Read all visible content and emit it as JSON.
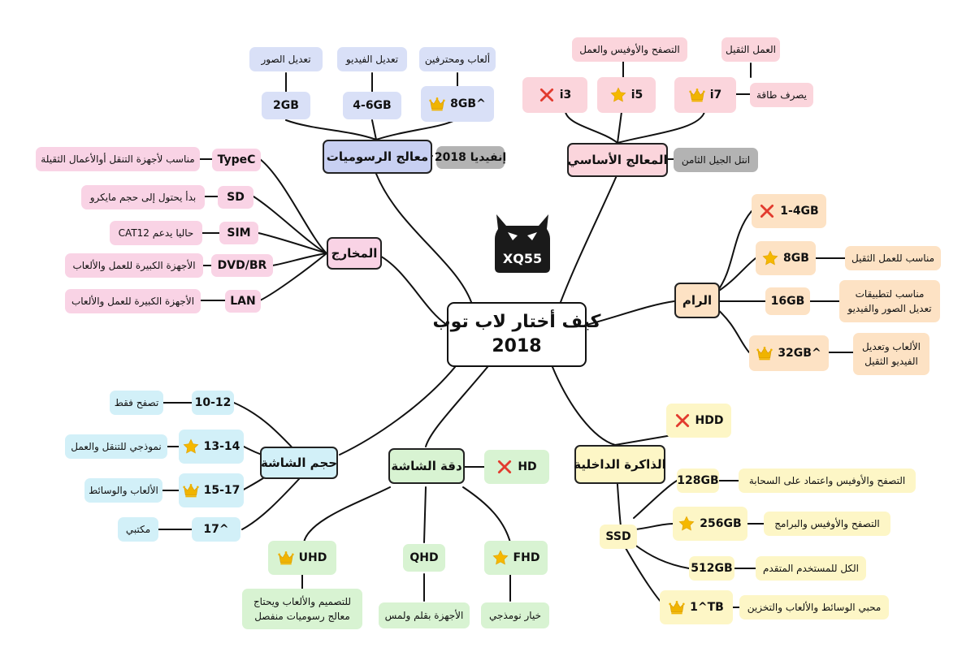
{
  "central": {
    "line1": "كيف أختار لاب توب",
    "line2": "2018"
  },
  "logo": {
    "text": "XQ55"
  },
  "gpu": {
    "title": "معالج الرسوميات",
    "note": "إنفيديا 2018",
    "items": [
      {
        "label": "2GB",
        "desc": "تعديل الصور",
        "icon": "none"
      },
      {
        "label": "4-6GB",
        "desc": "تعديل الفيديو",
        "icon": "none"
      },
      {
        "label": "8GB^",
        "desc": "ألعاب ومحترفين",
        "icon": "crown-icon"
      }
    ]
  },
  "cpu": {
    "title": "المعالج الأساسي",
    "note": "انتل الجيل الثامن",
    "items": [
      {
        "label": "i7",
        "desc": "العمل الثقيل",
        "extra": "يصرف طاقة",
        "icon": "crown-icon"
      },
      {
        "label": "i5",
        "desc": "التصفح والأوفيس والعمل",
        "icon": "star-icon"
      },
      {
        "label": "i3",
        "icon": "cross-icon"
      }
    ]
  },
  "ports": {
    "title": "المخارج",
    "items": [
      {
        "label": "TypeC",
        "desc": "مناسب لأجهزة التنقل أوالأعمال الثقيلة"
      },
      {
        "label": "SD",
        "desc": "بدأ يحتول إلى حجم مايكرو"
      },
      {
        "label": "SIM",
        "desc": "CAT12 حاليا يدعم"
      },
      {
        "label": "DVD/BR",
        "desc": "الأجهزة الكبيرة للعمل والألعاب"
      },
      {
        "label": "LAN",
        "desc": "الأجهزة الكبيرة للعمل والألعاب"
      }
    ]
  },
  "ram": {
    "title": "الرام",
    "items": [
      {
        "label": "1-4GB",
        "icon": "cross-icon"
      },
      {
        "label": "8GB",
        "desc": "مناسب للعمل الثقيل",
        "icon": "star-icon"
      },
      {
        "label": "16GB",
        "desc_lines": [
          "مناسب لتطبيقات",
          "تعديل الصور والفيديو"
        ]
      },
      {
        "label": "32GB^",
        "desc_lines": [
          "الألعاب وتعديل",
          "الفيديو الثقيل"
        ],
        "icon": "crown-icon"
      }
    ]
  },
  "storage": {
    "title": "الذاكرة الداخلية",
    "hdd": {
      "label": "HDD",
      "icon": "cross-icon"
    },
    "ssd": {
      "label": "SSD"
    },
    "items": [
      {
        "label": "128GB",
        "desc": "التصفح والأوفيس واعتماد على السحابة"
      },
      {
        "label": "256GB",
        "desc": "التصفح والأوفيس والبرامج",
        "icon": "star-icon"
      },
      {
        "label": "512GB",
        "desc": "الكل للمستخدم المتقدم"
      },
      {
        "label": "1^TB",
        "desc": "محبي الوسائط والألعاب والتخزين",
        "icon": "crown-icon"
      }
    ]
  },
  "resolution": {
    "title": "دقة الشاشة",
    "hd": {
      "label": "HD",
      "icon": "cross-icon"
    },
    "items": [
      {
        "label": "UHD",
        "desc_lines": [
          "للتصميم والألعاب ويحتاج",
          "معالج رسوميات منفصل"
        ],
        "icon": "crown-icon"
      },
      {
        "label": "QHD",
        "desc": "الأجهزة بقلم ولمس"
      },
      {
        "label": "FHD",
        "desc": "خيار نومذجي",
        "icon": "star-icon"
      }
    ]
  },
  "screen": {
    "title": "حجم الشاشة",
    "items": [
      {
        "label": "10-12",
        "desc": "تصفح فقط"
      },
      {
        "label": "13-14",
        "desc": "نموذجي للتنقل والعمل",
        "icon": "star-icon"
      },
      {
        "label": "15-17",
        "desc": "الألعاب والوسائط",
        "icon": "crown-icon"
      },
      {
        "label": "17^",
        "desc": "مكتبي"
      }
    ]
  },
  "colors": {
    "star": "#f5b800",
    "crown": "#f0b400",
    "cross": "#e23b2e",
    "gpu": "#d9e0f7",
    "cpu": "#fbd5dc",
    "ports": "#f9d3e5",
    "ram": "#fde2c4",
    "storage": "#fdf6c6",
    "resolution": "#d8f3d2",
    "screen": "#d2f0f8"
  }
}
